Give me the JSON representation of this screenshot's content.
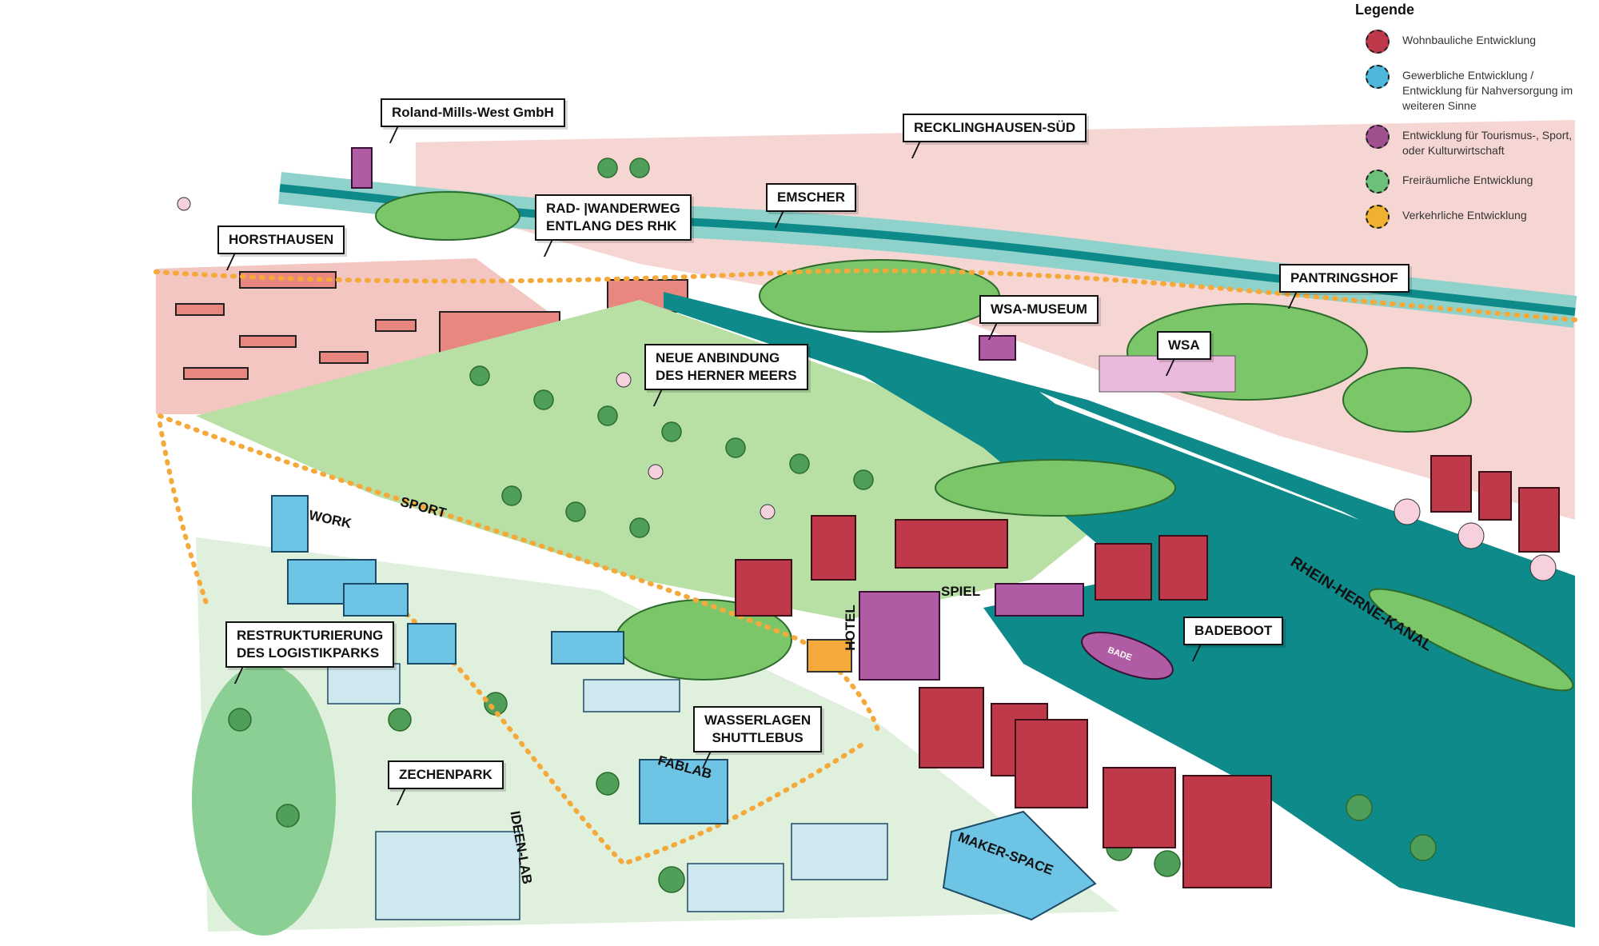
{
  "legend": {
    "title": "Legende",
    "items": [
      {
        "label": "Wohnbauliche Entwicklung",
        "color": "#c0394a"
      },
      {
        "label": "Gewerbliche Entwicklung / Entwicklung für Nahversorgung im weiteren Sinne",
        "color": "#4db8db"
      },
      {
        "label": "Entwicklung für Tourismus-, Sport, oder Kulturwirtschaft",
        "color": "#a0508f"
      },
      {
        "label": "Freiräumliche  Entwicklung",
        "color": "#6cc07a"
      },
      {
        "label": "Verkehrliche Entwicklung",
        "color": "#f0b030"
      }
    ]
  },
  "callouts": {
    "roland": "Roland-Mills-West GmbH",
    "recklinghausen": "RECKLINGHAUSEN-SÜD",
    "radweg": "RAD- |WANDERWEG\nENTLANG DES RHK",
    "emscher": "EMSCHER",
    "horsthausen": "HORSTHAUSEN",
    "pantringshof": "PANTRINGSHOF",
    "wsa_museum": "WSA-MUSEUM",
    "wsa": "WSA",
    "neue_anbindung": "NEUE ANBINDUNG\nDES HERNER MEERS",
    "badeboot": "BADEBOOT",
    "logistikpark": "RESTRUKTURIERUNG\nDES LOGISTIKPARKS",
    "shuttlebus": "WASSERLAGEN\nSHUTTLEBUS",
    "zechenpark": "ZECHENPARK"
  },
  "tags": {
    "work": "WORK",
    "sport": "SPORT",
    "spiel": "SPIEL",
    "hotel": "HOTEL",
    "kanal": "RHEIN-HERNE-KANAL",
    "fablab": "FABLAB",
    "ideenlab": "IDEEN-LAB",
    "makerspace": "MAKER-SPACE",
    "bade": "BADE"
  },
  "colors": {
    "water": "#0e8a8a",
    "pink": "#f6d6d3",
    "green": "#7cc66a",
    "lightgreen": "#dff0dc",
    "orange": "#f4a93a",
    "red": "#c0394a",
    "blue": "#6ec4e4",
    "purple": "#b05ca4"
  }
}
